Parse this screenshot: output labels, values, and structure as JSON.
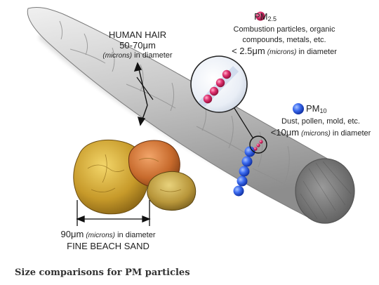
{
  "hair": {
    "title": "HUMAN HAIR",
    "size": "50-70",
    "unit_symbol": "μm",
    "unit_word": "(microns)",
    "suffix": "in diameter"
  },
  "pm25": {
    "name": "PM",
    "subscript": "2.5",
    "desc_line1": "Combustion particles, organic",
    "desc_line2": "compounds, metals, etc.",
    "size": "< 2.5",
    "unit_symbol": "μm",
    "unit_word": "(microns)",
    "suffix": "in diameter",
    "color": "#d41b5b"
  },
  "pm10": {
    "name": "PM",
    "subscript": "10",
    "desc_line1": "Dust, pollen, mold, etc.",
    "size": "<10",
    "unit_symbol": "μm",
    "unit_word": "(microns)",
    "suffix": "in diameter",
    "color": "#2456e6"
  },
  "sand": {
    "size": "90",
    "unit_symbol": "μm",
    "unit_word": "(microns)",
    "suffix": "in diameter",
    "title": "FINE BEACH SAND"
  },
  "caption": "Size comparisons for PM particles"
}
